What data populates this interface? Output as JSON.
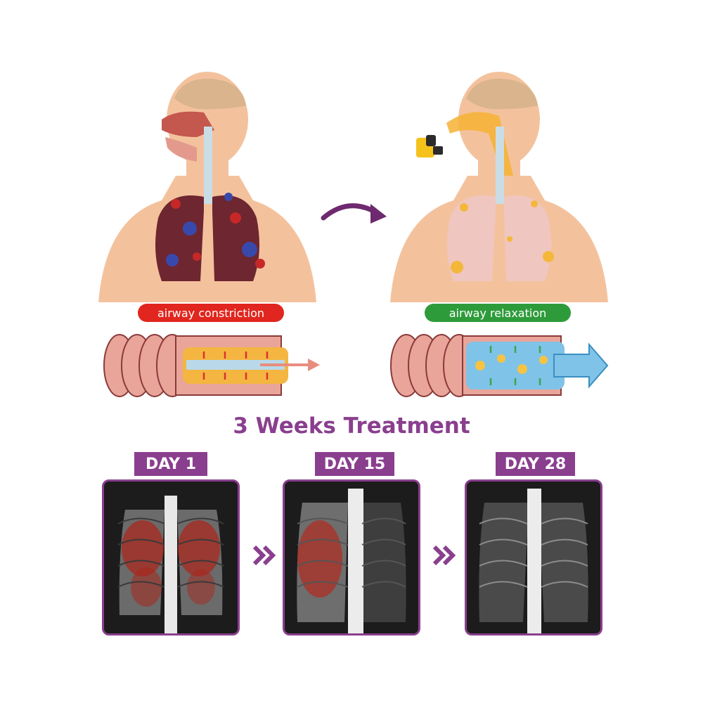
{
  "left_panel": {
    "label": "airway constriction",
    "label_color": "#e0261e"
  },
  "right_panel": {
    "label": "airway relaxation",
    "label_color": "#2e9b3a"
  },
  "title": "3 Weeks Treatment",
  "days": [
    {
      "label": "DAY 1"
    },
    {
      "label": "DAY 15"
    },
    {
      "label": "DAY 28"
    }
  ],
  "colors": {
    "accent": "#8a3f8e",
    "skin": "#f6c9a3",
    "lung_sick": "#7a2a34",
    "lung_healthy": "#f2c8c3"
  },
  "icons": [
    "transition-arrow-icon",
    "chevron-double-right-icon",
    "inhaler-icon"
  ]
}
